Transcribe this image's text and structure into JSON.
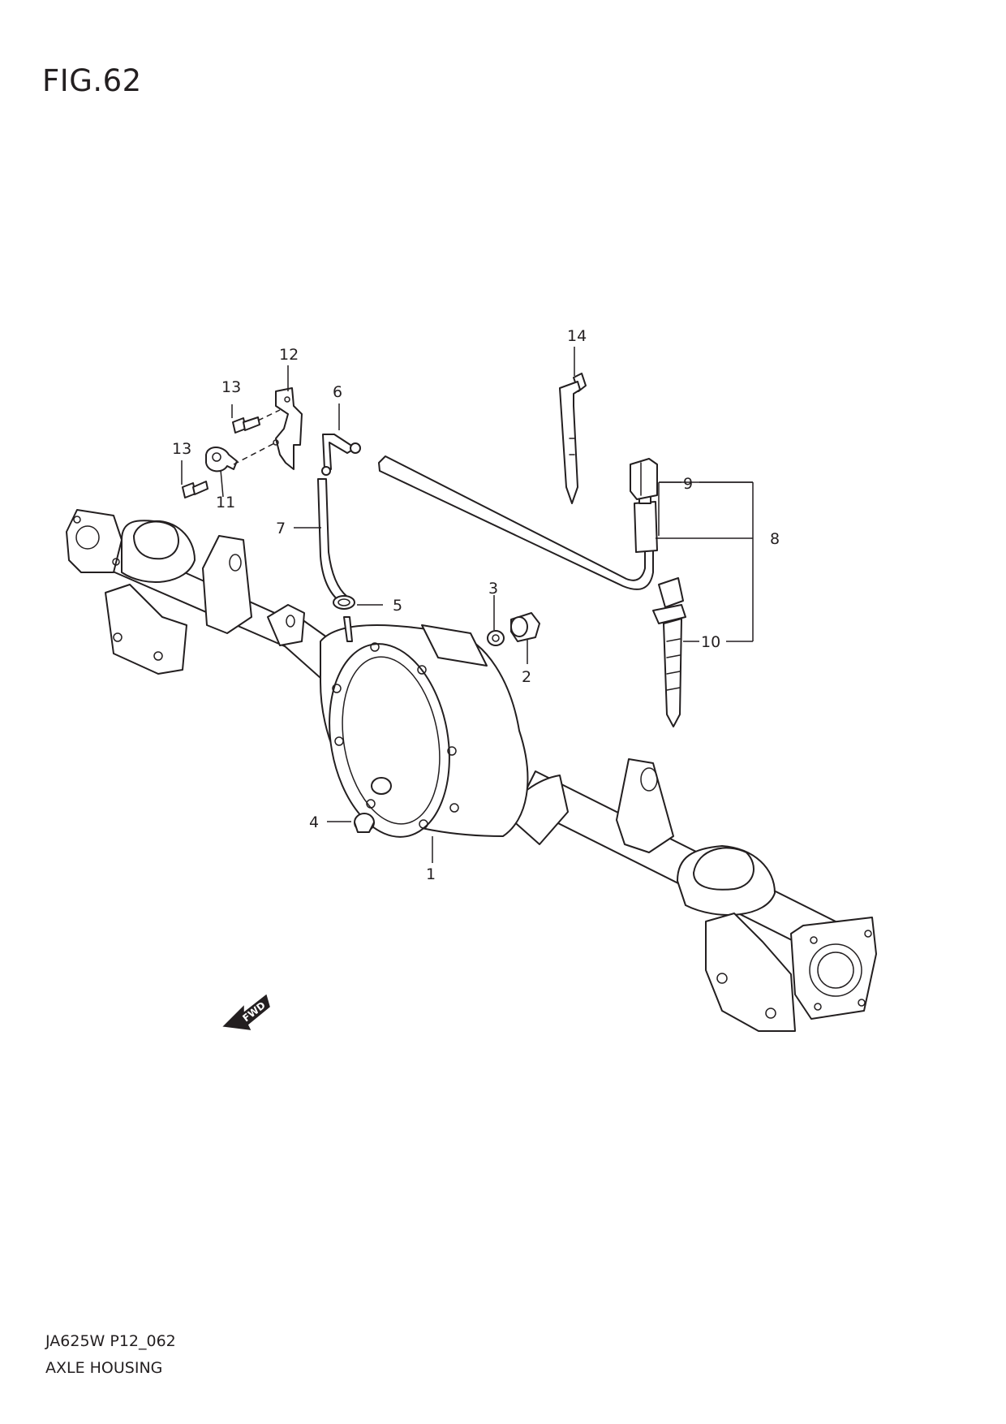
{
  "figure": {
    "title": "FIG.62"
  },
  "callouts": {
    "c1": "1",
    "c2": "2",
    "c3": "3",
    "c4": "4",
    "c5": "5",
    "c6": "6",
    "c7": "7",
    "c8": "8",
    "c9": "9",
    "c10": "10",
    "c11": "11",
    "c12": "12",
    "c13a": "13",
    "c13b": "13",
    "c14": "14"
  },
  "fwd_arrow": {
    "label": "FWD"
  },
  "footer": {
    "code": "JA625W P12_062",
    "title": "AXLE HOUSING"
  }
}
